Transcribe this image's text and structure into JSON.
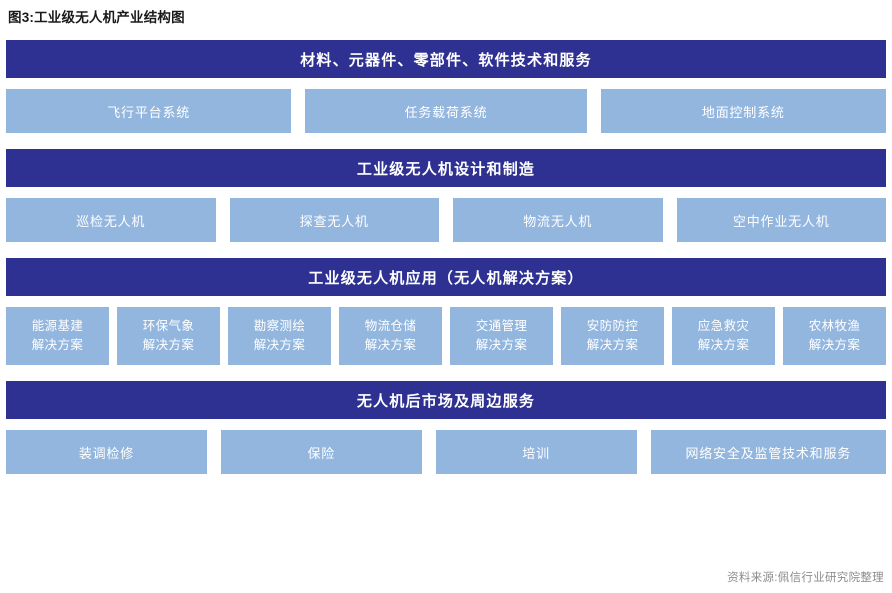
{
  "title": "图3:工业级无人机产业结构图",
  "colors": {
    "band_bg": "#2e3192",
    "cell_bg": "#93b6df",
    "text_on_color": "#ffffff",
    "title_color": "#1a1a1a",
    "source_color": "#8c8c8c",
    "page_bg": "#ffffff"
  },
  "layers": [
    {
      "band": "材料、元器件、零部件、软件技术和服务",
      "cells": [
        "飞行平台系统",
        "任务载荷系统",
        "地面控制系统"
      ]
    },
    {
      "band": "工业级无人机设计和制造",
      "cells": [
        "巡检无人机",
        "探查无人机",
        "物流无人机",
        "空中作业无人机"
      ]
    },
    {
      "band": "工业级无人机应用（无人机解决方案）",
      "cells": [
        {
          "line1": "能源基建",
          "line2": "解决方案"
        },
        {
          "line1": "环保气象",
          "line2": "解决方案"
        },
        {
          "line1": "勘察测绘",
          "line2": "解决方案"
        },
        {
          "line1": "物流仓储",
          "line2": "解决方案"
        },
        {
          "line1": "交通管理",
          "line2": "解决方案"
        },
        {
          "line1": "安防防控",
          "line2": "解决方案"
        },
        {
          "line1": "应急救灾",
          "line2": "解决方案"
        },
        {
          "line1": "农林牧渔",
          "line2": "解决方案"
        }
      ]
    },
    {
      "band": "无人机后市场及周边服务",
      "cells": [
        "装调检修",
        "保险",
        "培训",
        "网络安全及监管技术和服务"
      ]
    }
  ],
  "source": "资料来源:佩信行业研究院整理"
}
